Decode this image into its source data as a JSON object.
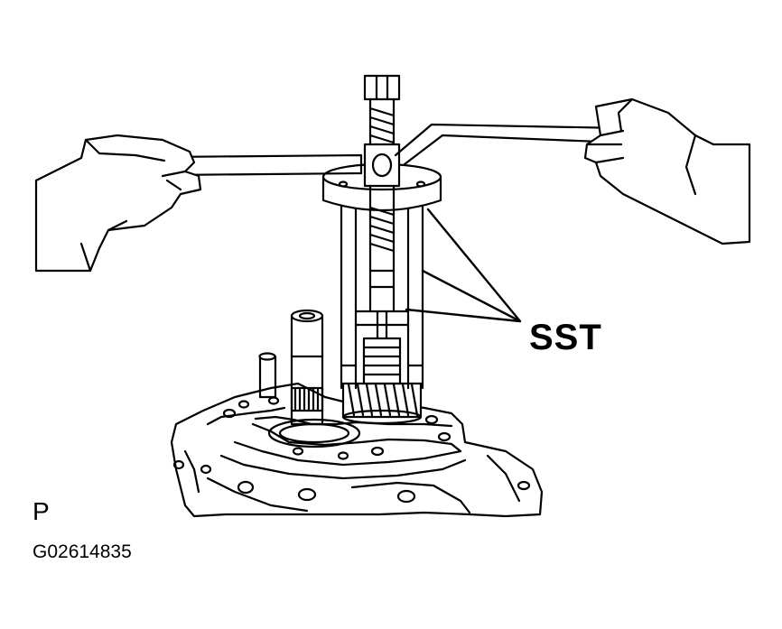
{
  "diagram": {
    "callout_label": "SST",
    "view_marker": "P",
    "figure_code": "G02614835"
  }
}
